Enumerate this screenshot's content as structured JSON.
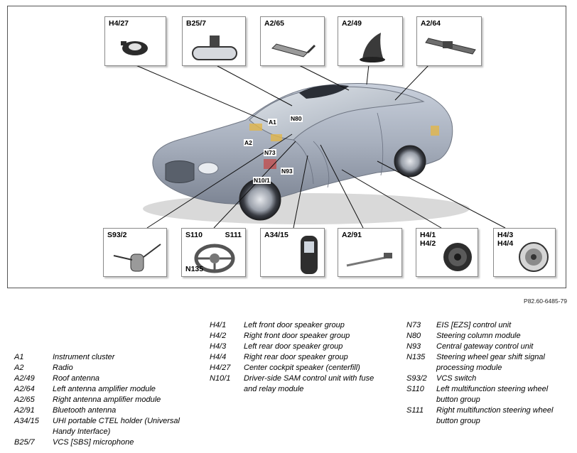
{
  "callouts": {
    "h4_27": "H4/27",
    "b25_7": "B25/7",
    "a2_65": "A2/65",
    "a2_49": "A2/49",
    "a2_64": "A2/64",
    "s93_2": "S93/2",
    "s110": "S110",
    "s111": "S111",
    "n135": "N135",
    "a34_15": "A34/15",
    "a2_91": "A2/91",
    "h4_1": "H4/1",
    "h4_2": "H4/2",
    "h4_3": "H4/3",
    "h4_4": "H4/4"
  },
  "car_labels": {
    "a1": "A1",
    "a2": "A2",
    "n80": "N80",
    "n73": "N73",
    "n93": "N93",
    "n10_1": "N10/1"
  },
  "figure_ref": "P82.60-6485-79",
  "legend_col1": [
    {
      "code": "A1",
      "desc": "Instrument cluster"
    },
    {
      "code": "A2",
      "desc": "Radio"
    },
    {
      "code": "A2/49",
      "desc": "Roof antenna"
    },
    {
      "code": "A2/64",
      "desc": "Left antenna amplifier module"
    },
    {
      "code": "A2/65",
      "desc": "Right antenna amplifier module"
    },
    {
      "code": "A2/91",
      "desc": "Bluetooth antenna"
    },
    {
      "code": "A34/15",
      "desc": "UHI portable CTEL holder (Universal Handy Interface)"
    },
    {
      "code": "B25/7",
      "desc": "VCS [SBS] microphone"
    }
  ],
  "legend_col2": [
    {
      "code": "H4/1",
      "desc": "Left front door speaker group"
    },
    {
      "code": "H4/2",
      "desc": "Right front door speaker group"
    },
    {
      "code": "H4/3",
      "desc": "Left rear door speaker group"
    },
    {
      "code": "H4/4",
      "desc": "Right rear door speaker group"
    },
    {
      "code": "H4/27",
      "desc": "Center cockpit speaker (centerfill)"
    },
    {
      "code": "N10/1",
      "desc": "Driver-side SAM control unit with fuse and relay module"
    }
  ],
  "legend_col3": [
    {
      "code": "N73",
      "desc": "EIS [EZS] control unit"
    },
    {
      "code": "N80",
      "desc": "Steering column module"
    },
    {
      "code": "N93",
      "desc": "Central gateway control unit"
    },
    {
      "code": "N135",
      "desc": "Steering wheel gear shift signal processing module"
    },
    {
      "code": "S93/2",
      "desc": "VCS switch"
    },
    {
      "code": "S110",
      "desc": "Left multifunction steering wheel button group"
    },
    {
      "code": "S111",
      "desc": "Right multifunction steering wheel button group"
    }
  ]
}
